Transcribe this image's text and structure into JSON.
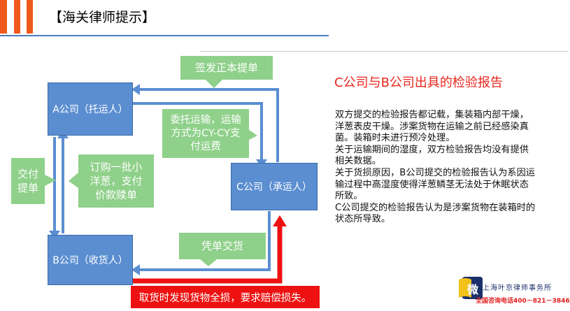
{
  "header": {
    "title": "【海关律师提示】"
  },
  "entities": {
    "a": "A公司（托运人）",
    "b": "B公司（收货人）",
    "c": "C公司（承运人）"
  },
  "callouts": {
    "sign_bill": "签发正本提单",
    "entrust": [
      "委托运输，运输",
      "方式为CY-CY支",
      "付运费"
    ],
    "delivery": [
      "交付",
      "提单"
    ],
    "order": [
      "订购一批小",
      "洋葱，支付",
      "价款赎单"
    ],
    "voucher": "凭单交货"
  },
  "report": {
    "title": "C公司与B公司出具的检验报告",
    "paragraphs": [
      "双方提交的检验报告都记载，集装箱内部干燥，洋葱表皮干燥。涉案货物在运输之前已经感染真菌。装箱时未进行预冷处理。",
      "关于运输期间的湿度，双方检验报告均没有提供相关数据。",
      "关于货损原因，B公司提交的检验报告认为系因运输过程中高湿度使得洋葱鳞茎无法处于休眠状态所致。",
      "C公司提交的检验报告认为是涉案货物在装箱时的状态所导致。"
    ]
  },
  "banner": "取货时发现货物全损，要求赔偿损失。",
  "logo": {
    "mark": "微",
    "name": "上海叶京律师事务所",
    "phone": "全国咨询电话400－821－3846"
  },
  "colors": {
    "accent_orange": "#ef5a1c",
    "entity_blue": "#5b8ed1",
    "callout_green": "#8fd08a",
    "alert_red": "#ee1111",
    "title_red": "#e8261e"
  }
}
